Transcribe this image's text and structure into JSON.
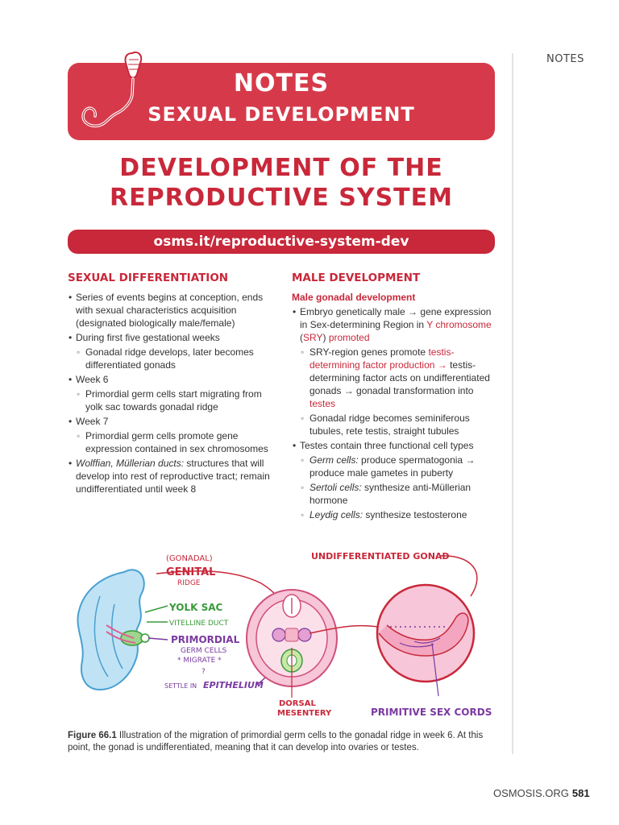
{
  "side": {
    "notes_label": "NOTES"
  },
  "header": {
    "notes": "NOTES",
    "subtitle": "SEXUAL DEVELOPMENT"
  },
  "title": {
    "line1": "DEVELOPMENT OF THE",
    "line2": "REPRODUCTIVE SYSTEM"
  },
  "link": "osms.it/reproductive-system-dev",
  "left": {
    "heading": "SEXUAL DIFFERENTIATION",
    "b1": "Series of events begins at conception, ends with sexual characteristics acquisition (designated biologically male/female)",
    "b2": "During first five gestational weeks",
    "b2_1": "Gonadal ridge develops, later becomes differentiated gonads",
    "b3": "Week 6",
    "b3_1": "Primordial germ cells start migrating from yolk sac towards gonadal ridge",
    "b4": "Week 7",
    "b4_1": "Primordial germ cells promote gene expression contained in sex chromosomes",
    "b5_em": "Wolffian, Müllerian ducts:",
    "b5_rest": " structures that will develop into rest of reproductive tract; remain undifferentiated until week 8"
  },
  "right": {
    "heading": "MALE DEVELOPMENT",
    "subheading": "Male gonadal development",
    "b1_a": "Embryo genetically male → gene expression in Sex-determining Region in ",
    "b1_red1": "Y chromosome",
    "b1_b": " (",
    "b1_red2": "SRY",
    "b1_c": ") ",
    "b1_red3": "promoted",
    "b1_1_a": "SRY-region genes promote ",
    "b1_1_red1": "testis-determining factor production →",
    "b1_1_b": " testis-determining factor acts on undifferentiated gonads → gonadal transformation into ",
    "b1_1_red2": "testes",
    "b1_2": "Gonadal ridge becomes seminiferous tubules, rete testis, straight tubules",
    "b2": "Testes contain three functional cell types",
    "b2_1_em": "Germ cells:",
    "b2_1_rest": " produce spermatogonia → produce male gametes in puberty",
    "b2_2_em": "Sertoli cells:",
    "b2_2_rest": " synthesize anti-Müllerian hormone",
    "b2_3_em": "Leydig cells:",
    "b2_3_rest": " synthesize testosterone"
  },
  "figure": {
    "gonadal": "(GONADAL)",
    "genital": "GENITAL",
    "ridge": "RIDGE",
    "yolk_sac": "YOLK SAC",
    "vitelline": "VITELLINE DUCT",
    "primordial": "PRIMORDIAL",
    "germ_cells": "GERM CELLS",
    "migrate": "* MIGRATE *",
    "question": "?",
    "settle": "SETTLE IN",
    "epithelium": "EPITHELIUM",
    "undiff": "UNDIFFERENTIATED GONAD",
    "dorsal": "DORSAL",
    "mesentery": "MESENTERY",
    "primitive": "PRIMITIVE SEX CORDS"
  },
  "caption": {
    "label": "Figure 66.1",
    "text": " Illustration of the migration of primordial germ cells to the gonadal ridge in week 6. At this point, the gonad is undifferentiated, meaning that it can develop into ovaries or testes."
  },
  "footer": {
    "site": "OSMOSIS.ORG",
    "page": "581"
  },
  "colors": {
    "brand_red": "#d63a4a",
    "text_red": "#c8283a",
    "green": "#3a9a3a",
    "purple": "#7a3aa0"
  }
}
